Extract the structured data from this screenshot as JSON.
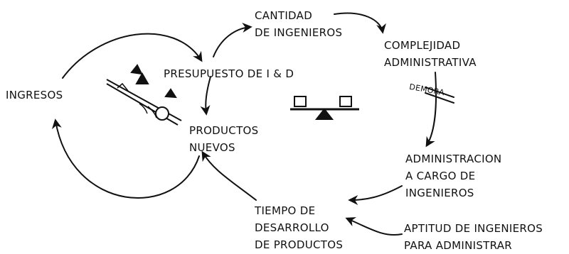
{
  "diagram": {
    "nodes": {
      "ingresos": [
        "INGRESOS"
      ],
      "presupuesto": [
        "PRESUPUESTO DE I & D"
      ],
      "productos_nuevos": [
        "PRODUCTOS",
        "NUEVOS"
      ],
      "cantidad_ingenieros": [
        "CANTIDAD",
        "DE INGENIEROS"
      ],
      "complejidad": [
        "COMPLEJIDAD",
        "ADMINISTRATIVA"
      ],
      "administracion": [
        "ADMINISTRACION",
        "A CARGO DE",
        "INGENIEROS"
      ],
      "tiempo_desarrollo": [
        "TIEMPO DE",
        "DESARROLLO",
        "DE PRODUCTOS"
      ],
      "aptitud": [
        "APTITUD DE INGENIEROS",
        "PARA ADMINISTRAR"
      ]
    },
    "delay_label": "DEMORA",
    "icons": [
      "snowball-slope-icon",
      "balance-seesaw-icon"
    ],
    "ink_color": "#111111"
  }
}
